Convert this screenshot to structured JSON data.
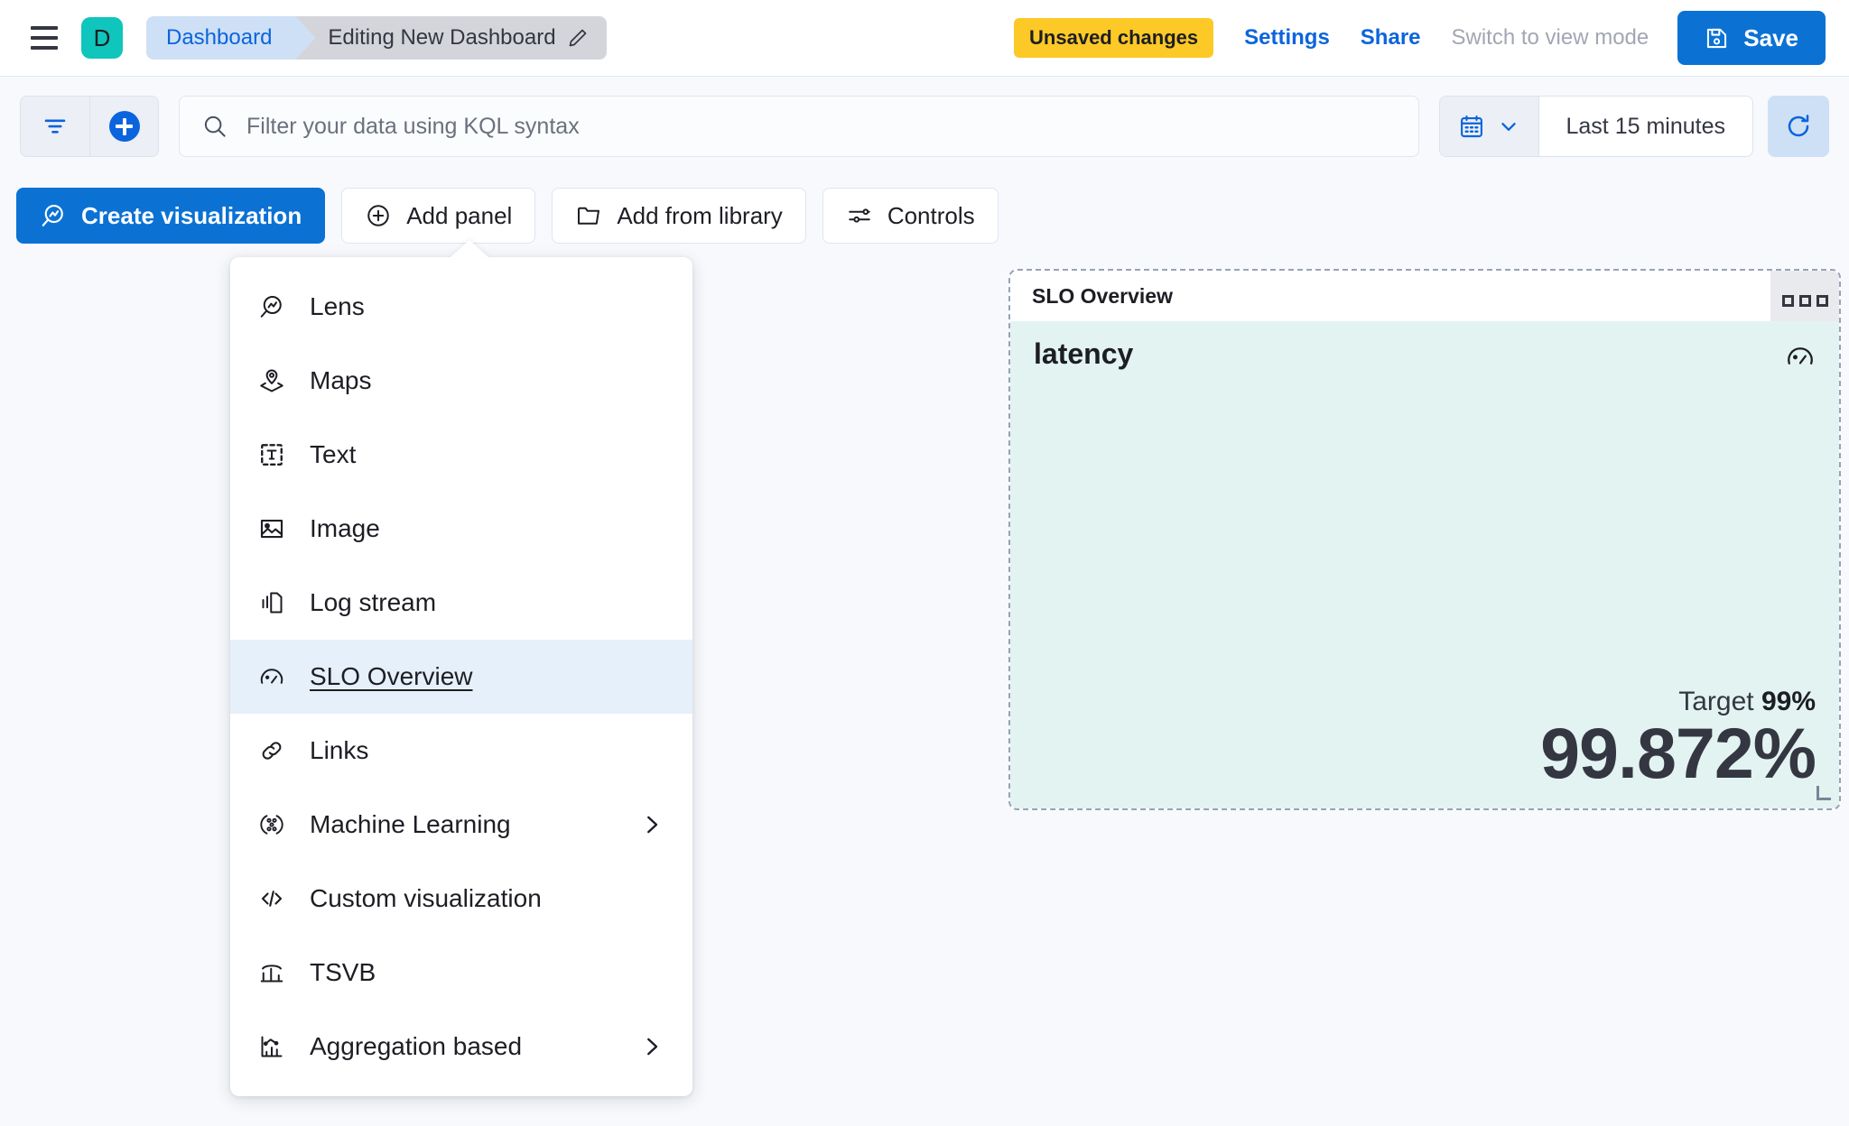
{
  "header": {
    "menu_icon": "hamburger-icon",
    "avatar_letter": "D",
    "avatar_color": "#0FC5BC",
    "breadcrumbs": [
      {
        "label": "Dashboard"
      },
      {
        "label": "Editing New Dashboard"
      }
    ],
    "edit_icon": "pencil-icon",
    "unsaved_badge": "Unsaved changes",
    "settings_link": "Settings",
    "share_link": "Share",
    "view_mode_link": "Switch to view mode",
    "save_button": "Save",
    "save_icon": "save-disk-icon",
    "accent_color": "#0B72D4",
    "warning_color": "#FDC926"
  },
  "querybar": {
    "filter_icon": "filter-icon",
    "add_filter_icon": "plus-circle-icon",
    "search_icon": "search-icon",
    "search_placeholder": "Filter your data using KQL syntax",
    "search_value": "",
    "calendar_icon": "calendar-icon",
    "chevron_icon": "chevron-down-icon",
    "time_range": "Last 15 minutes",
    "refresh_icon": "refresh-icon"
  },
  "toolbar": {
    "create_visualization": "Create visualization",
    "create_visualization_icon": "lens-icon",
    "add_panel": "Add panel",
    "add_panel_icon": "plus-in-circle-icon",
    "add_from_library": "Add from library",
    "add_from_library_icon": "folder-icon",
    "controls": "Controls",
    "controls_icon": "sliders-icon"
  },
  "add_panel_menu": {
    "items": [
      {
        "label": "Lens",
        "icon": "lens-icon",
        "has_submenu": false,
        "selected": false
      },
      {
        "label": "Maps",
        "icon": "map-marker-layers-icon",
        "has_submenu": false,
        "selected": false
      },
      {
        "label": "Text",
        "icon": "text-box-icon",
        "has_submenu": false,
        "selected": false
      },
      {
        "label": "Image",
        "icon": "image-icon",
        "has_submenu": false,
        "selected": false
      },
      {
        "label": "Log stream",
        "icon": "log-stream-icon",
        "has_submenu": false,
        "selected": false
      },
      {
        "label": "SLO Overview",
        "icon": "gauge-icon",
        "has_submenu": false,
        "selected": true
      },
      {
        "label": "Links",
        "icon": "link-icon",
        "has_submenu": false,
        "selected": false
      },
      {
        "label": "Machine Learning",
        "icon": "machine-learning-icon",
        "has_submenu": true,
        "selected": false
      },
      {
        "label": "Custom visualization",
        "icon": "code-icon",
        "has_submenu": false,
        "selected": false
      },
      {
        "label": "TSVB",
        "icon": "tsvb-chart-icon",
        "has_submenu": false,
        "selected": false
      },
      {
        "label": "Aggregation based",
        "icon": "aggregation-chart-icon",
        "has_submenu": true,
        "selected": false
      }
    ]
  },
  "slo_panel": {
    "title": "SLO Overview",
    "context_menu_icon": "panel-context-menu-icon",
    "slo_name": "latency",
    "gauge_icon": "gauge-icon",
    "target_label": "Target",
    "target_value": "99%",
    "sli_value": "99.872%",
    "background_color": "#E2F3F1",
    "resize_handle_icon": "resize-handle-icon"
  }
}
